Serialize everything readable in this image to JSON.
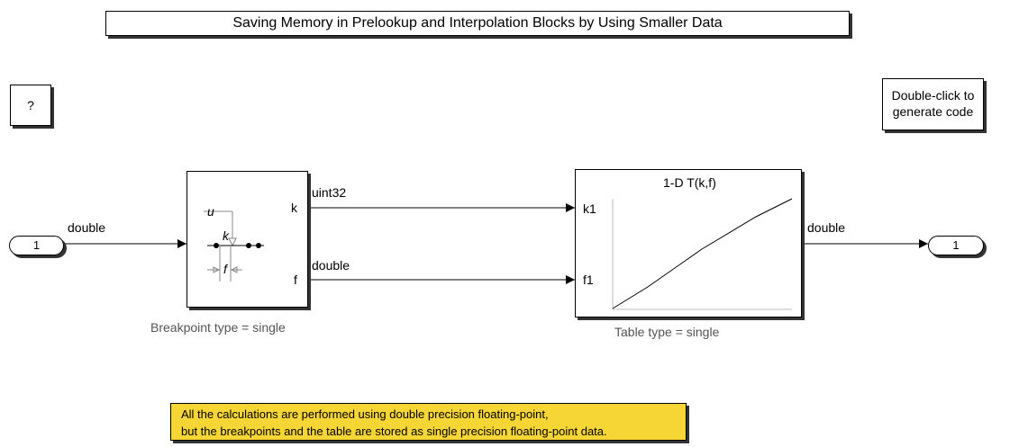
{
  "title": "Saving Memory in Prelookup and Interpolation Blocks by Using Smaller Data",
  "help_button": "?",
  "generate_code": {
    "line1": "Double-click to",
    "line2": "generate code"
  },
  "inport": {
    "number": "1",
    "signal": "double"
  },
  "outport": {
    "number": "1",
    "signal": "double"
  },
  "prelookup": {
    "port_k": "k",
    "port_f": "f",
    "icon_u": "u",
    "icon_k": "k",
    "icon_f": "f",
    "signal_k": "uint32",
    "signal_f": "double",
    "caption": "Breakpoint type = single"
  },
  "interpolation": {
    "title": "1-D T(k,f)",
    "port_k": "k1",
    "port_f": "f1",
    "caption": "Table type = single"
  },
  "note": {
    "line1": "All the calculations are performed using double precision floating-point,",
    "line2": "but the breakpoints and the table are stored as single precision floating-point data."
  },
  "colors": {
    "note_background": "#f5d634",
    "caption_text": "#555555"
  }
}
